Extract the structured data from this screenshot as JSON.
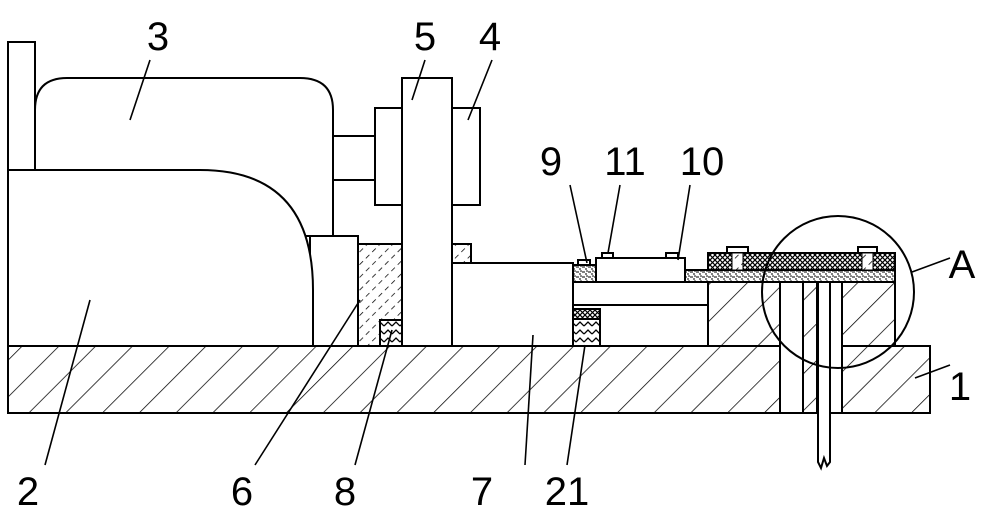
{
  "title": "Mechanical cross-section drawing",
  "labels": {
    "base": "1",
    "body": "2",
    "motor": "3",
    "part4": "4",
    "part5": "5",
    "part6": "6",
    "part7": "7",
    "part8": "8",
    "part9": "9",
    "part10": "10",
    "part11": "11",
    "part21": "21",
    "detailA": "A"
  }
}
